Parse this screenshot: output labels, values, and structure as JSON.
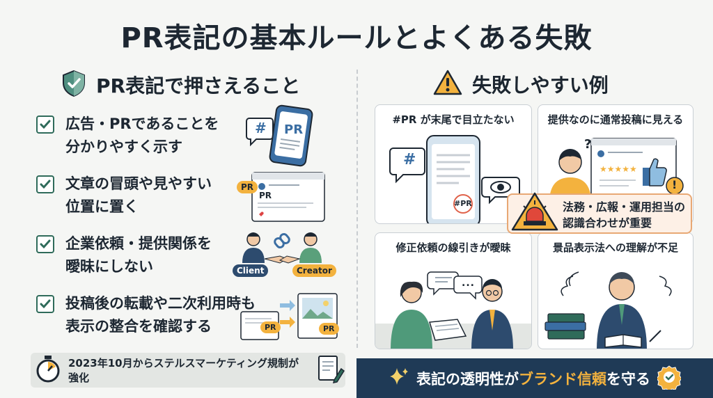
{
  "title": "PR表記の基本ルールとよくある失敗",
  "left": {
    "heading": "PR表記で押さえること",
    "rules": [
      {
        "line1": "広告・PRであることを",
        "line2": "分かりやすく示す"
      },
      {
        "line1": "文章の冒頭や見やすい",
        "line2": "位置に置く"
      },
      {
        "line1": "企業依頼・提供関係を",
        "line2": "曖昧にしない"
      },
      {
        "line1": "投稿後の転載や二次利用時も",
        "line2": "表示の整合を確認する"
      }
    ],
    "illustrations": {
      "hash": "#",
      "phone_pr": "PR",
      "pr_badge": "PR",
      "post_pr": "PR",
      "client": "Client",
      "creator": "Creator",
      "repost_pr_a": "PR",
      "repost_pr_b": "PR"
    },
    "footer": "2023年10月からステルスマーケティング規制が強化"
  },
  "right": {
    "heading": "失敗しやすい例",
    "cards": [
      {
        "title": "#PR が末尾で目立たない",
        "hash": "#",
        "phone_tag": "#PR"
      },
      {
        "title": "提供なのに通常投稿に見える",
        "question": "?",
        "exclaim": "!"
      },
      {
        "title": "修正依頼の線引きが曖昧",
        "dots": "..."
      },
      {
        "title": "景品表示法への理解が不足"
      }
    ],
    "callout": {
      "line1": "法務・広報・運用担当の",
      "line2": "認識合わせが重要"
    },
    "footer": {
      "pre": "表記の透明性が",
      "highlight": "ブランド信頼",
      "post": "を守る"
    }
  },
  "colors": {
    "teal": "#2f6b5a",
    "navy": "#1f3a56",
    "orange": "#f3b23e",
    "callout_border": "#e8a874"
  }
}
